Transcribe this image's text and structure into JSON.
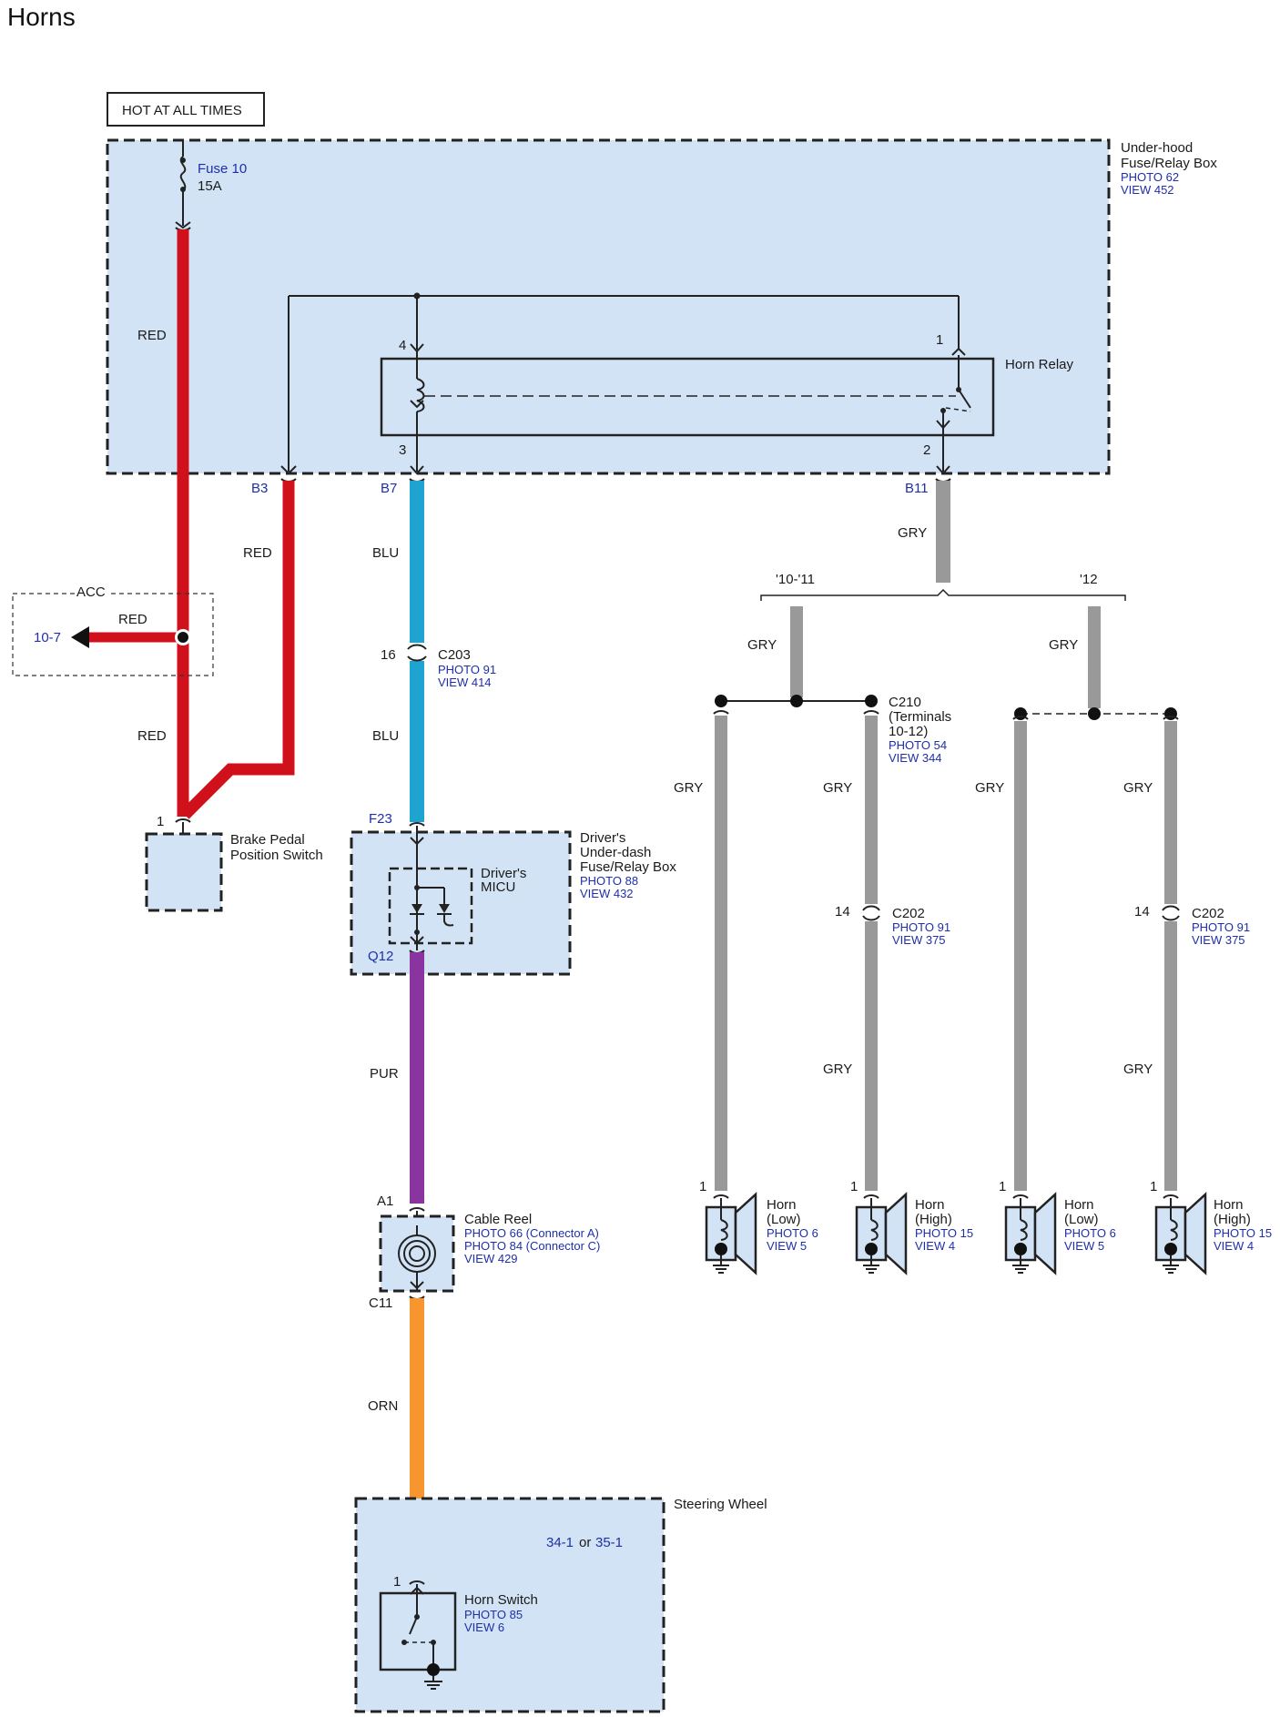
{
  "title": "Horns",
  "hot_label": "HOT AT ALL TIMES",
  "underhood": {
    "name_1": "Under-hood",
    "name_2": "Fuse/Relay Box",
    "photo": "PHOTO 62",
    "view": "VIEW 452"
  },
  "fuse": {
    "name": "Fuse 10",
    "rating": "15A"
  },
  "horn_relay": {
    "name": "Horn Relay",
    "pin1": "1",
    "pin2": "2",
    "pin3": "3",
    "pin4": "4"
  },
  "terminals": {
    "b3": "B3",
    "b7": "B7",
    "b11": "B11",
    "f23": "F23",
    "q12": "Q12",
    "a1": "A1",
    "c11": "C11"
  },
  "wires": {
    "red": "RED",
    "blu": "BLU",
    "gry": "GRY",
    "pur": "PUR",
    "orn": "ORN"
  },
  "acc": {
    "label": "ACC",
    "ref": "10-7"
  },
  "brake_switch": {
    "pin": "1",
    "name_1": "Brake Pedal",
    "name_2": "Position Switch"
  },
  "c203": {
    "pin": "16",
    "name": "C203",
    "photo": "PHOTO 91",
    "view": "VIEW 414"
  },
  "micu_box": {
    "name_1": "Driver's",
    "name_2": "Under-dash",
    "name_3": "Fuse/Relay Box",
    "photo": "PHOTO 88",
    "view": "VIEW 432"
  },
  "micu": {
    "name_1": "Driver's",
    "name_2": "MICU"
  },
  "cable_reel": {
    "name": "Cable Reel",
    "photo_a": "PHOTO 66 (Connector A)",
    "photo_c": "PHOTO 84 (Connector C)",
    "view": "VIEW 429"
  },
  "steering": {
    "name": "Steering Wheel",
    "ref_a": "34-1",
    "ref_or": "or",
    "ref_b": "35-1"
  },
  "horn_switch": {
    "pin": "1",
    "name": "Horn Switch",
    "photo": "PHOTO 85",
    "view": "VIEW 6"
  },
  "years": {
    "a": "'10-'11",
    "b": "'12"
  },
  "c210": {
    "name": "C210",
    "line2": "(Terminals",
    "line3": "10-12)",
    "photo": "PHOTO 54",
    "view": "VIEW 344"
  },
  "c202": {
    "pin": "14",
    "name": "C202",
    "photo": "PHOTO 91",
    "view": "VIEW 375"
  },
  "horns": [
    {
      "pin": "1",
      "name": "Horn",
      "type": "(Low)",
      "photo": "PHOTO 6",
      "view": "VIEW 5"
    },
    {
      "pin": "1",
      "name": "Horn",
      "type": "(High)",
      "photo": "PHOTO 15",
      "view": "VIEW 4"
    },
    {
      "pin": "1",
      "name": "Horn",
      "type": "(Low)",
      "photo": "PHOTO 6",
      "view": "VIEW 5"
    },
    {
      "pin": "1",
      "name": "Horn",
      "type": "(High)",
      "photo": "PHOTO 15",
      "view": "VIEW 4"
    }
  ],
  "colors": {
    "red": "#d0101a",
    "blue": "#1fa3d0",
    "gray": "#999999",
    "purple": "#8a34a0",
    "orange": "#f7962f",
    "box_fill": "#d2e3f5",
    "ref_text": "#1f2fa8"
  }
}
